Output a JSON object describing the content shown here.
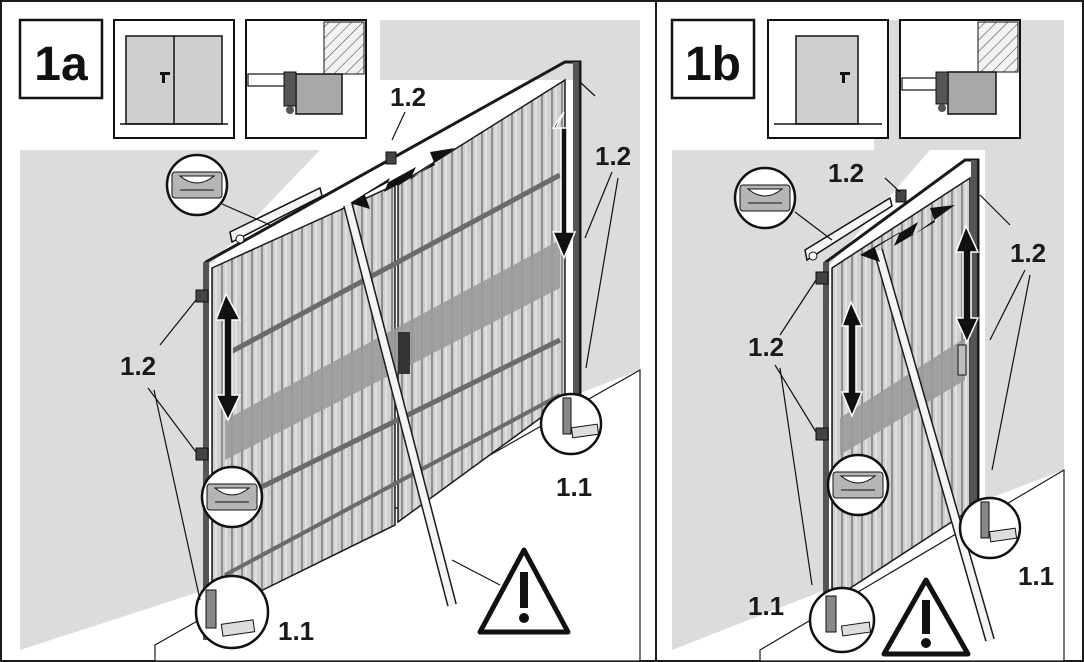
{
  "panels": [
    {
      "id": "1a",
      "label": "1a",
      "door_type": "double-door",
      "callouts": [
        "1.2",
        "1.2",
        "1.2",
        "1.1",
        "1.1"
      ]
    },
    {
      "id": "1b",
      "label": "1b",
      "door_type": "single-door",
      "callouts": [
        "1.2",
        "1.2",
        "1.2",
        "1.1",
        "1.1"
      ]
    }
  ],
  "icons": {
    "warning": "warning-triangle-icon",
    "spirit_level": "spirit-level-icon",
    "double_arrow": "double-arrow-icon"
  },
  "colors": {
    "wall": "#dcdcdc",
    "door_fill": "#c9c9c9",
    "door_dark": "#8e8e8e",
    "band": "#9a9a9a",
    "line": "#1a1a1a"
  }
}
